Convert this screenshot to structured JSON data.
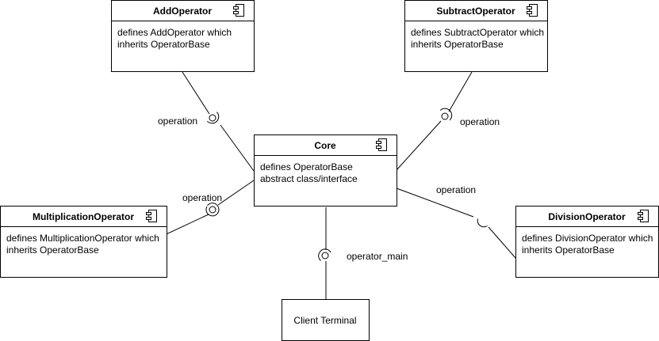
{
  "diagram": {
    "components": {
      "add": {
        "name": "AddOperator",
        "lines": [
          "defines AddOperator which",
          "inherits OperatorBase"
        ]
      },
      "subtract": {
        "name": "SubtractOperator",
        "lines": [
          "defines SubtractOperator which",
          "inherits OperatorBase"
        ]
      },
      "core": {
        "name": "Core",
        "lines": [
          "defines OperatorBase",
          "abstract class/interface"
        ]
      },
      "multiplication": {
        "name": "MultiplicationOperator",
        "lines": [
          "defines MultiplicationOperator which",
          "inherits OperatorBase"
        ]
      },
      "division": {
        "name": "DivisionOperator",
        "lines": [
          "defines DivisionOperator which",
          "inherits OperatorBase"
        ]
      },
      "client": {
        "name": "Client Terminal"
      }
    },
    "interfaces": {
      "add_operation": "operation",
      "subtract_operation": "operation",
      "multiplication_operation": "operation",
      "division_operation": "operation",
      "operator_main": "operator_main"
    },
    "icon": "uml-component-icon",
    "colors": {
      "stroke": "#000000",
      "fill": "#ffffff"
    }
  }
}
